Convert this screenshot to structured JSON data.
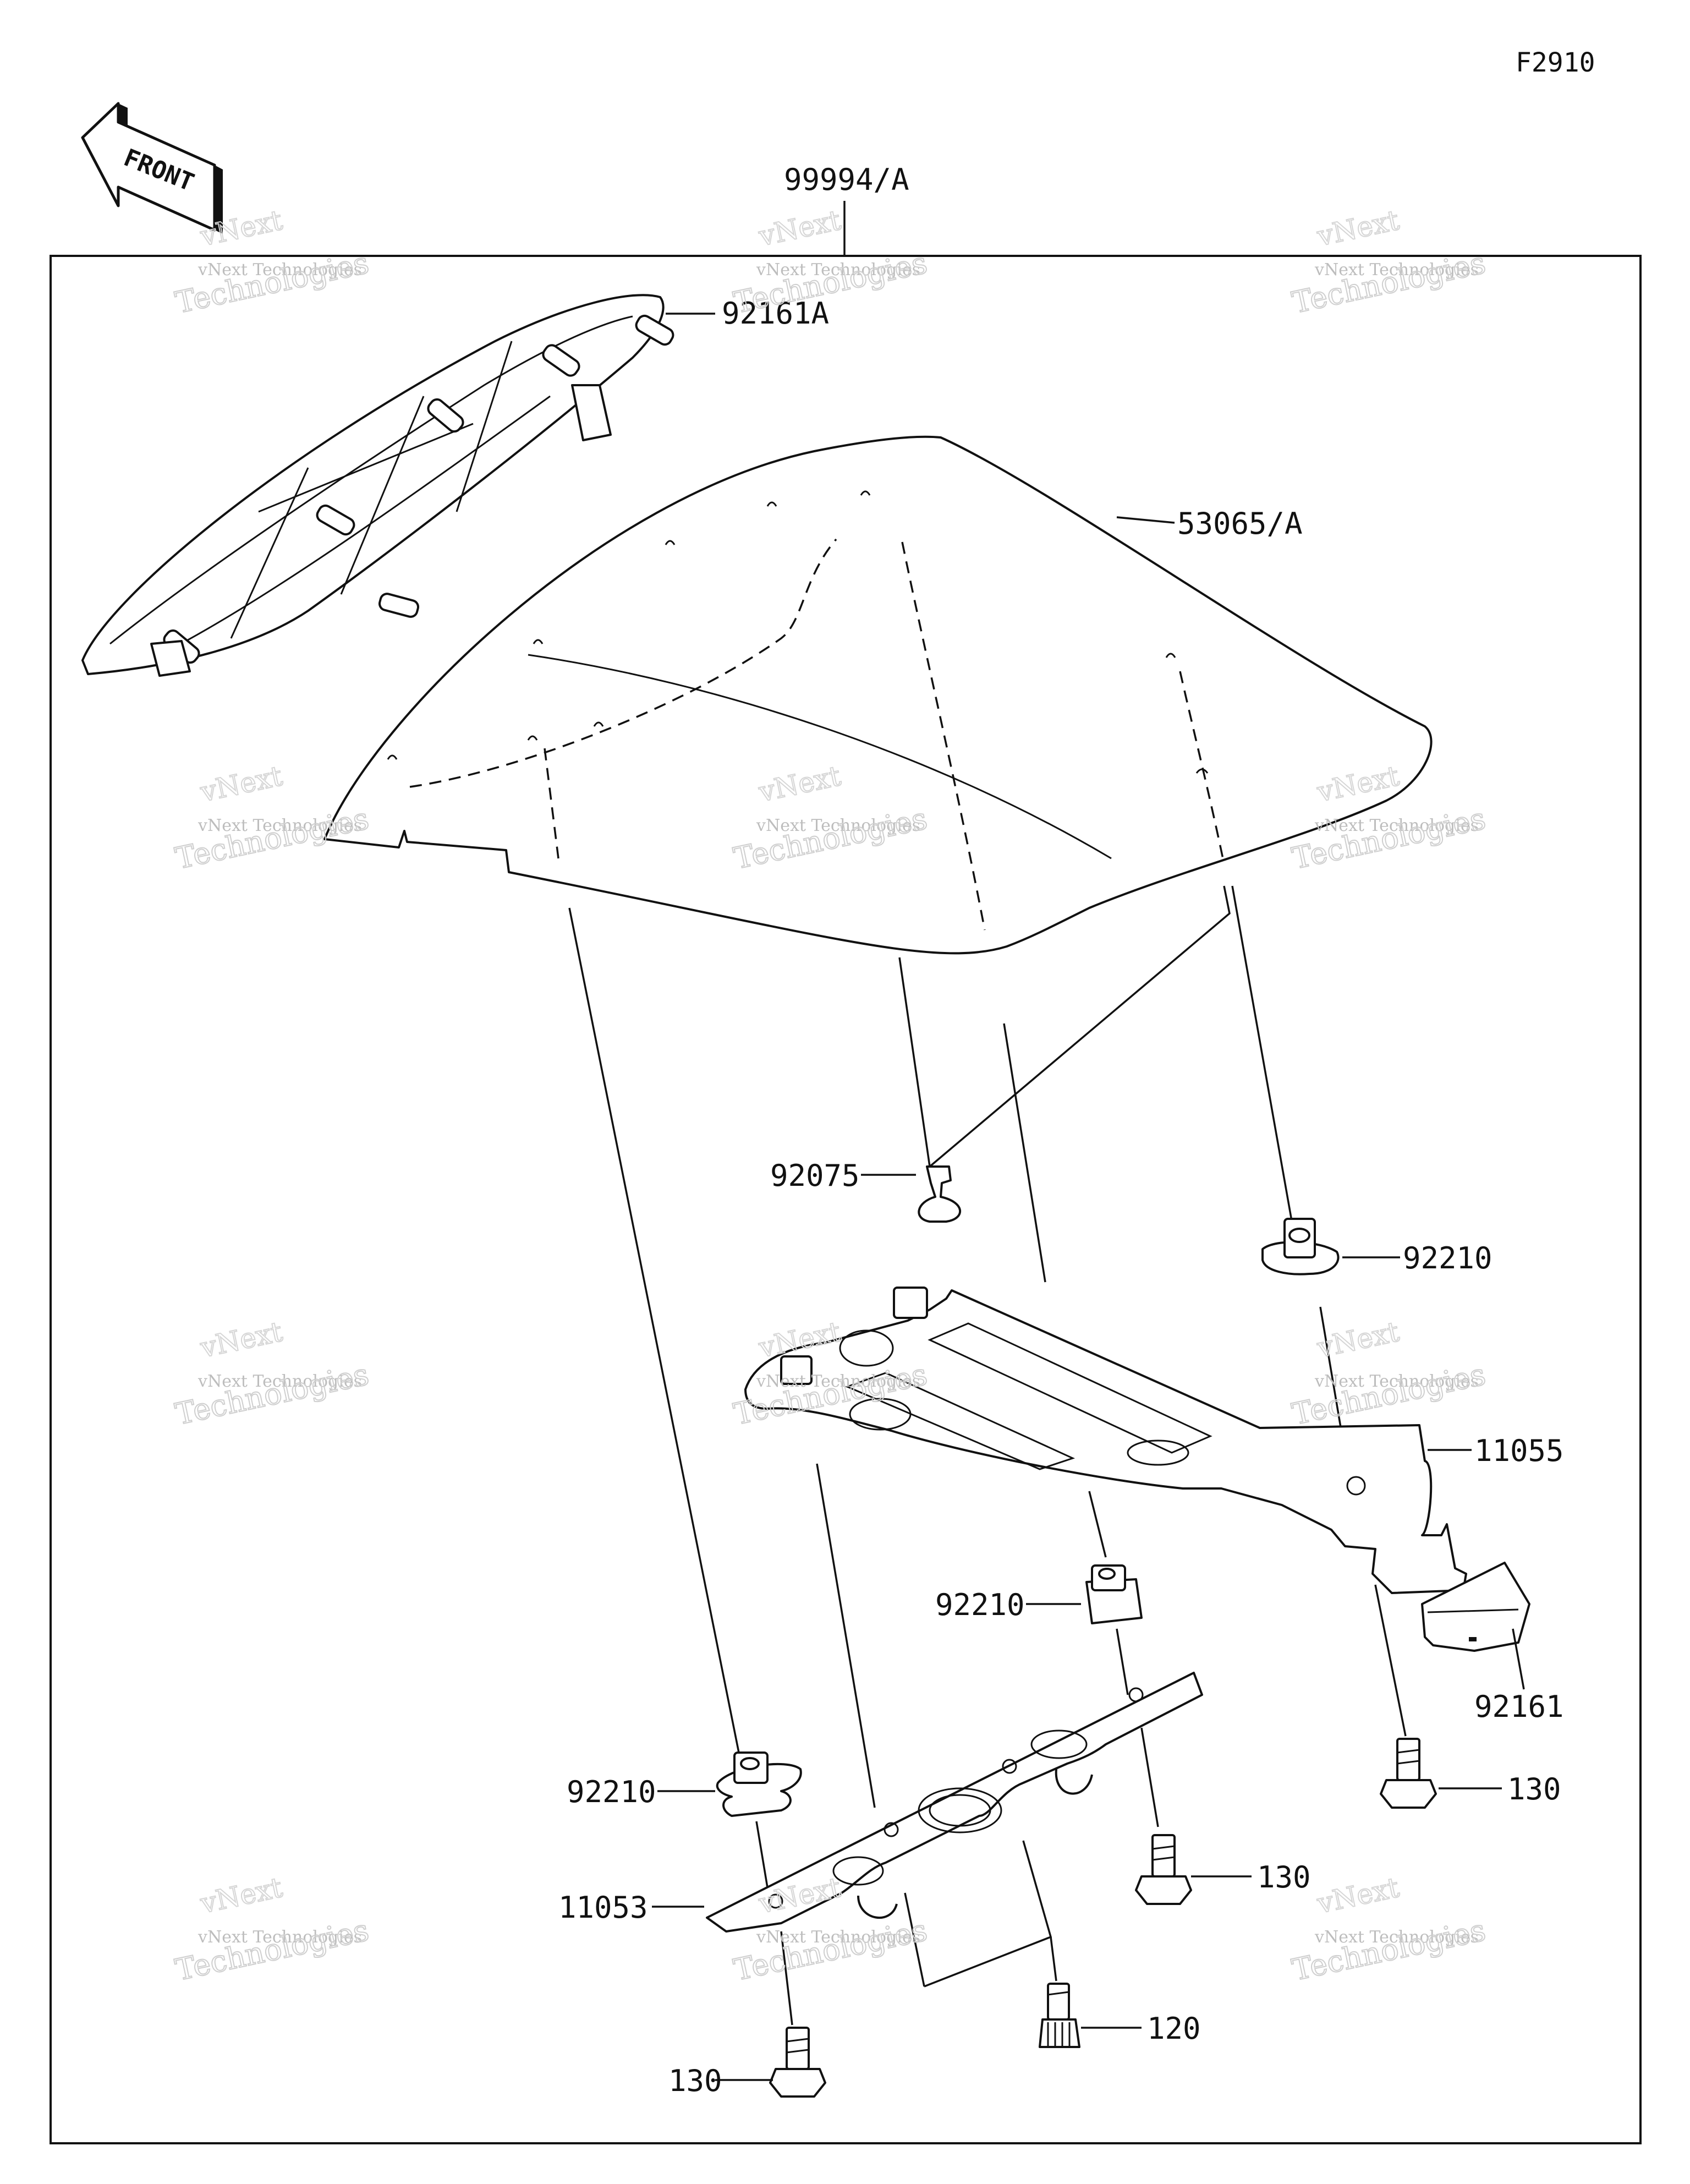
{
  "figure_id": "F2910",
  "front_label": "FRONT",
  "watermark": {
    "line1": "vNext Technologies",
    "line2": "Technologies",
    "line3": "vNext"
  },
  "parts": [
    {
      "key": "99994a",
      "label": "99994/A"
    },
    {
      "key": "92161a",
      "label": "92161A"
    },
    {
      "key": "53065a",
      "label": "53065/A"
    },
    {
      "key": "92075",
      "label": "92075"
    },
    {
      "key": "92210_upper",
      "label": "92210"
    },
    {
      "key": "11055",
      "label": "11055"
    },
    {
      "key": "92210_middle",
      "label": "92210"
    },
    {
      "key": "92161",
      "label": "92161"
    },
    {
      "key": "130_right",
      "label": "130"
    },
    {
      "key": "92210_left",
      "label": "92210"
    },
    {
      "key": "130_middle",
      "label": "130"
    },
    {
      "key": "11053",
      "label": "11053"
    },
    {
      "key": "120",
      "label": "120"
    },
    {
      "key": "130_bottom",
      "label": "130"
    }
  ]
}
